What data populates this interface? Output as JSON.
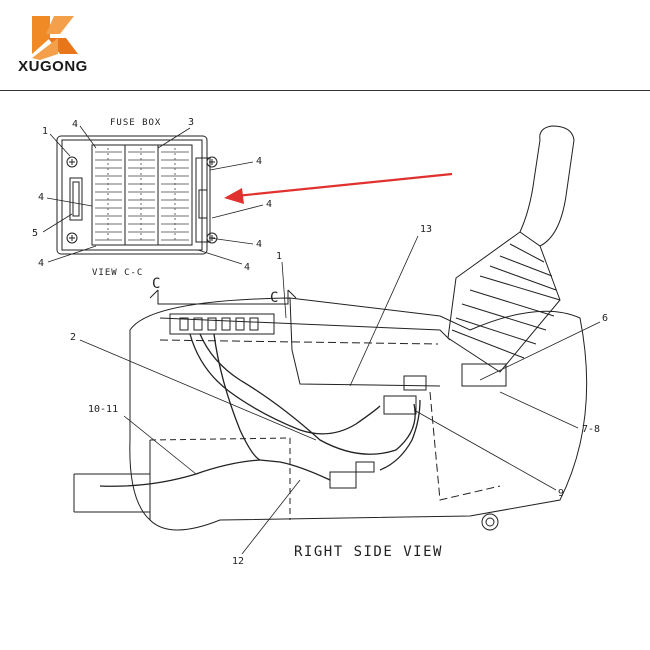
{
  "brand": {
    "name": "XUGONG",
    "accent": "#f08a24"
  },
  "fuse_box": {
    "title": "FUSE BOX",
    "view_label": "VIEW C-C",
    "callouts": [
      "1",
      "4",
      "3",
      "4",
      "4",
      "4",
      "5",
      "4",
      "4",
      "4"
    ]
  },
  "main_view": {
    "title": "RIGHT SIDE VIEW",
    "section_marks": [
      "C",
      "C"
    ],
    "callouts": [
      "1",
      "2",
      "13",
      "6",
      "7-8",
      "9",
      "10-11",
      "12"
    ]
  },
  "arrow_color": "#e0312f"
}
